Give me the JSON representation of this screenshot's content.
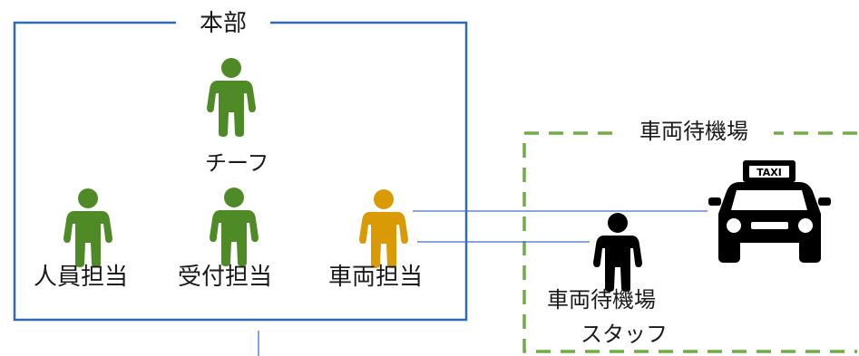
{
  "hq": {
    "title": "本部"
  },
  "staff": {
    "chief": "チーフ",
    "personnel": "人員担当",
    "reception": "受付担当",
    "vehicle": "車両担当"
  },
  "waiting_area": {
    "title": "車両待機場",
    "staff_line1": "車両待機場",
    "staff_line2": "スタッフ"
  },
  "taxi": {
    "sign": "TAXI"
  },
  "colors": {
    "hq_border": "#2e6bb4",
    "waiting_border": "#70ad47",
    "person_green": "#4e8a26",
    "person_gold": "#d99a06",
    "connector": "#4472c4",
    "black": "#000000"
  }
}
